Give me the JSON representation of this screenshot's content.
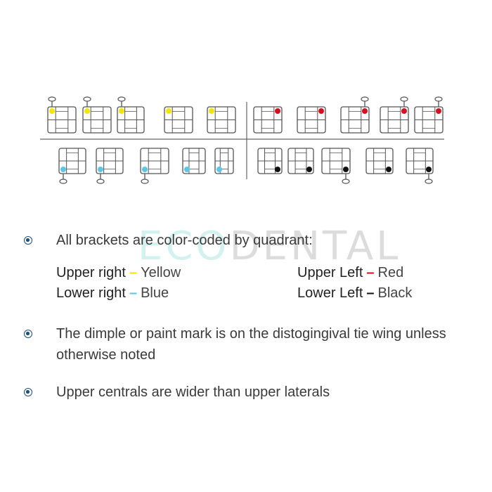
{
  "watermark": {
    "part1": "ECO",
    "part2": "DENTAL"
  },
  "brackets": {
    "quadrant_colors": {
      "upper_right": "#f2e600",
      "upper_left": "#d4101e",
      "lower_right": "#5ec5e6",
      "lower_left": "#111111"
    }
  },
  "bullets": [
    {
      "text": "All brackets are color-coded by quadrant:"
    },
    {
      "text": "The dimple or paint mark is on the distogingival tie wing unless otherwise noted"
    },
    {
      "text": "Upper centrals are wider than upper laterals"
    }
  ],
  "legend": [
    {
      "name": "Upper right",
      "dash_color": "#f2e600",
      "color_name": "Yellow"
    },
    {
      "name": "Upper Left",
      "dash_color": "#d4101e",
      "color_name": "Red"
    },
    {
      "name": "Lower right",
      "dash_color": "#5ec5e6",
      "color_name": "Blue"
    },
    {
      "name": "Lower Left",
      "dash_color": "#111111",
      "color_name": "Black"
    }
  ],
  "colors": {
    "bullet": "#1f4f7a",
    "outline": "#555555"
  }
}
